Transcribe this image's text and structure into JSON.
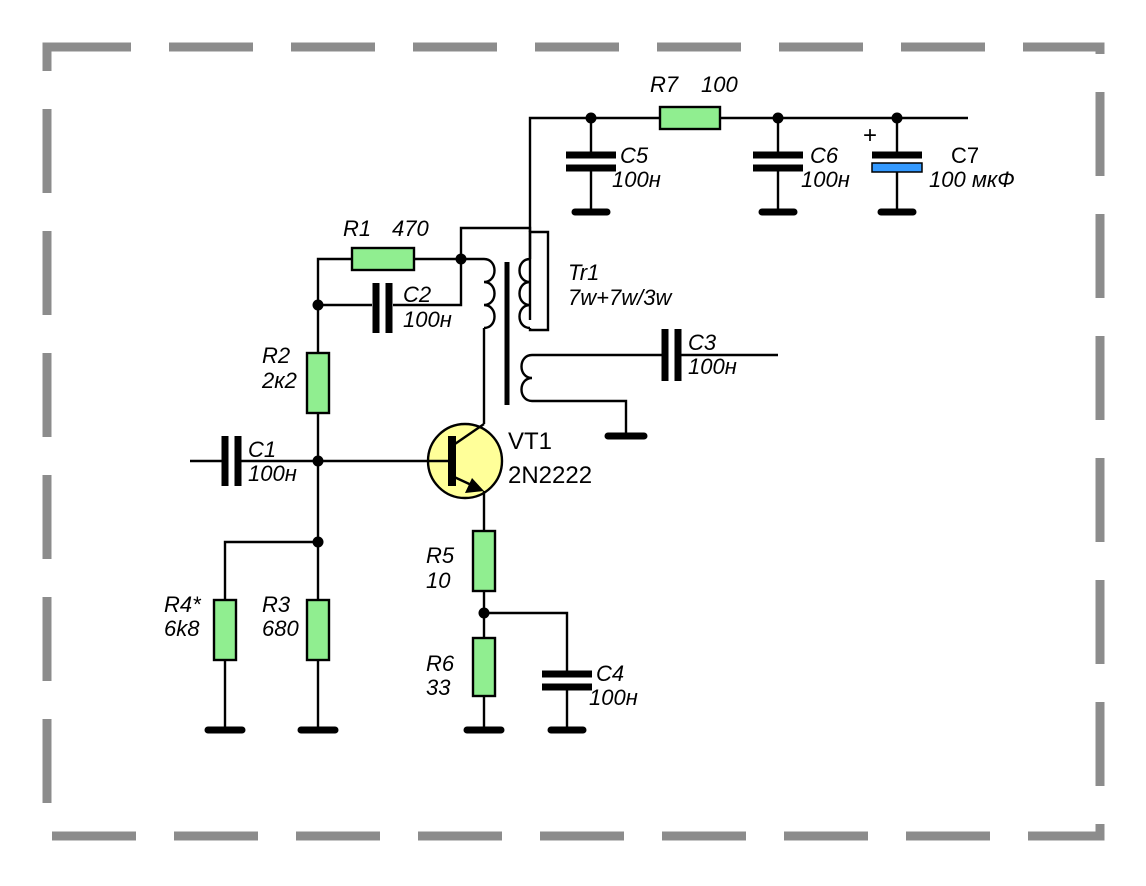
{
  "colors": {
    "frame": "#8c8c8c",
    "resistor_fill": "#90ee90",
    "transistor_fill": "#ffff99",
    "electrolytic_plate": "#3399ff",
    "wire": "#000000"
  },
  "components": {
    "r1": {
      "name": "R1",
      "value": "470"
    },
    "r2": {
      "name": "R2",
      "value": "2к2"
    },
    "r3": {
      "name": "R3",
      "value": "680"
    },
    "r4": {
      "name": "R4*",
      "value": "6k8"
    },
    "r5": {
      "name": "R5",
      "value": "10"
    },
    "r6": {
      "name": "R6",
      "value": "33"
    },
    "r7": {
      "name": "R7",
      "value": "100"
    },
    "c1": {
      "name": "C1",
      "value": "100н"
    },
    "c2": {
      "name": "C2",
      "value": "100н"
    },
    "c3": {
      "name": "C3",
      "value": "100н"
    },
    "c4": {
      "name": "C4",
      "value": "100н"
    },
    "c5": {
      "name": "C5",
      "value": "100н"
    },
    "c6": {
      "name": "C6",
      "value": "100н"
    },
    "c7": {
      "name": "C7",
      "value": "100 мкФ",
      "polarity": "+"
    },
    "tr1": {
      "name": "Tr1",
      "value": "7w+7w/3w"
    },
    "vt1": {
      "name": "VT1",
      "value": "2N2222"
    }
  }
}
